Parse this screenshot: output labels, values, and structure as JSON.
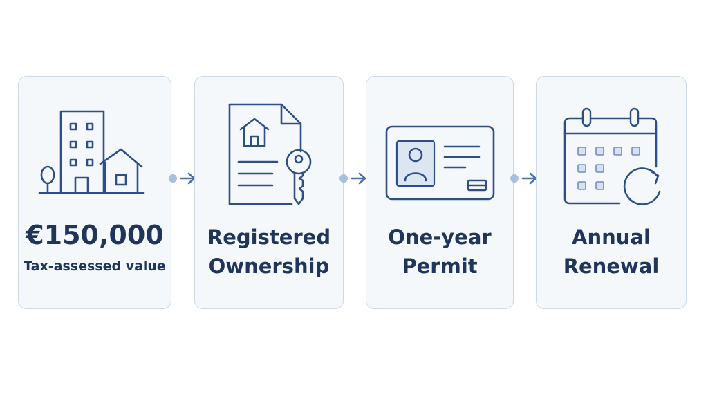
{
  "steps": [
    {
      "value": "€150,000",
      "caption": "Tax-assessed value",
      "icon": "buildings-icon"
    },
    {
      "line1": "Registered",
      "line2": "Ownership",
      "icon": "deed-key-icon"
    },
    {
      "line1": "One-year",
      "line2": "Permit",
      "icon": "id-card-icon"
    },
    {
      "line1": "Annual",
      "line2": "Renewal",
      "icon": "calendar-renewal-icon"
    }
  ],
  "colors": {
    "card_background": "#f5f8fb",
    "card_border": "#cdd9e6",
    "icon_stroke": "#2d4f86",
    "text": "#1f3559",
    "connector_dot": "#a9bfdb",
    "connector_arrow": "#4a6fa5"
  }
}
